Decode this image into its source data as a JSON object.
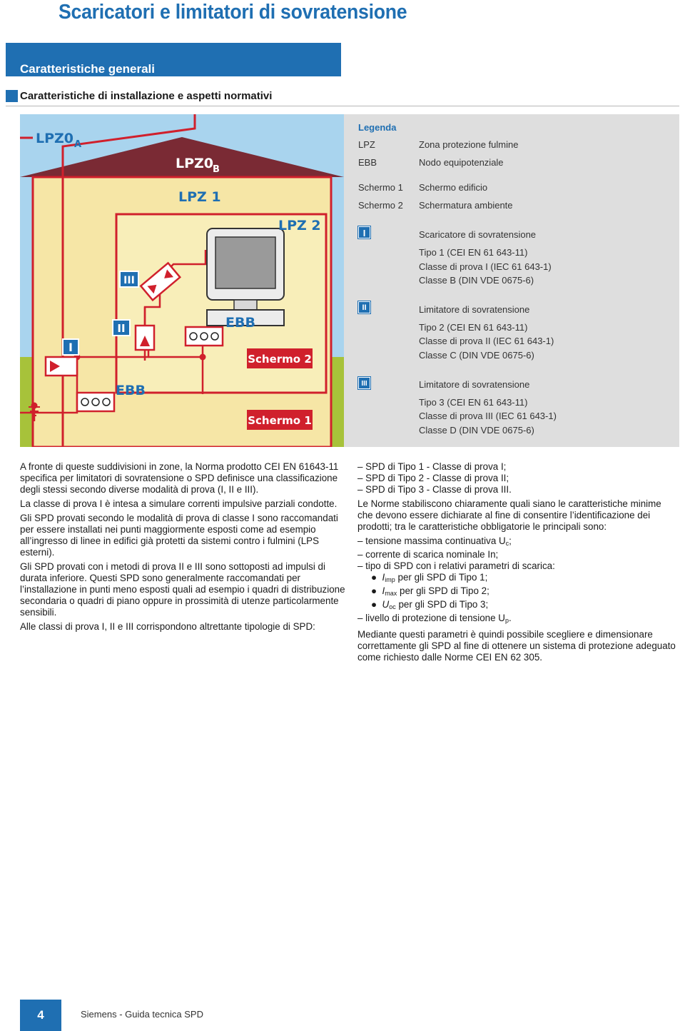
{
  "page_title": "Scaricatori e limitatori di sovratensione",
  "section_title": "Caratteristiche generali",
  "subsection_title": "Caratteristiche di installazione e aspetti normativi",
  "figure": {
    "lpz0a": "LPZ0",
    "lpz0a_sub": "A",
    "lpz0b": "LPZ0",
    "lpz0b_sub": "B",
    "lpz1": "LPZ 1",
    "lpz2": "LPZ 2",
    "ebb": "EBB",
    "shield2": "Schermo 2",
    "shield1": "Schermo 1",
    "sym_1": "I",
    "sym_2": "II",
    "sym_3": "III"
  },
  "legend": {
    "heading": "Legenda",
    "lpz_key": "LPZ",
    "lpz_val": "Zona protezione fulmine",
    "ebb_key": "EBB",
    "ebb_val": "Nodo equipotenziale",
    "s1_key": "Schermo 1",
    "s1_val": "Schermo edificio",
    "s2_key": "Schermo 2",
    "s2_val": "Schermatura ambiente",
    "sym1": "I",
    "sym1_lines": [
      "Scaricatore di sovratensione",
      "Tipo 1 (CEI EN 61 643-11)",
      "Classe di prova I (IEC 61 643-1)",
      "Classe B (DIN VDE 0675-6)"
    ],
    "sym2": "II",
    "sym2_lines": [
      "Limitatore di sovratensione",
      "Tipo 2 (CEI EN 61 643-11)",
      "Classe di prova II (IEC 61 643-1)",
      "Classe C (DIN VDE 0675-6)"
    ],
    "sym3": "III",
    "sym3_lines": [
      "Limitatore di sovratensione",
      "Tipo 3 (CEI EN 61 643-11)",
      "Classe di prova III (IEC 61 643-1)",
      "Classe D (DIN VDE 0675-6)"
    ]
  },
  "left_column": [
    "A fronte di queste suddivisioni in zone, la Norma prodotto CEI EN 61643-11 specifica per limitatori di sovratensione o SPD definisce una classificazione degli stessi secondo diverse modalità di prova (I, II e III).",
    "La classe di prova I è intesa a simulare correnti impulsive parziali condotte.",
    "Gli SPD provati secondo le modalità di prova di classe I sono raccomandati per essere installati nei punti maggiormente esposti come ad esempio all’ingresso di linee in edifici già protetti da sistemi contro i fulmini (LPS esterni).",
    "Gli SPD provati con i metodi di prova II e III sono sottoposti ad impulsi di durata inferiore. Questi SPD sono generalmente raccomandati per l’installazione in punti meno esposti quali ad esempio i quadri di distribuzione secondaria o quadri di piano oppure in prossimità di utenze particolarmente sensibili.",
    "Alle classi di prova I, II e III corrispondono altrettante tipologie di SPD:"
  ],
  "right_column": {
    "types": [
      "–  SPD di Tipo 1 - Classe di prova I;",
      "–  SPD di Tipo 2 - Classe di prova II;",
      "–  SPD di Tipo 3 - Classe di prova III."
    ],
    "para1": "Le Norme stabiliscono chiaramente quali siano le caratteristiche minime che devono essere dichiarate al fine di consentire l’identificazione dei prodotti; tra le caratteristiche obbligatorie le principali sono:",
    "item_uc": "–  tensione massima continuativa U",
    "item_uc_sub": "c",
    "item_uc_end": ";",
    "item_in": "–  corrente di scarica nominale In;",
    "item_spd": "–  tipo di SPD con i relativi parametri di scarica:",
    "b1_main": "I",
    "b1_sub": "imp",
    "b1_rest": " per gli SPD di Tipo 1;",
    "b2_main": "I",
    "b2_sub": "max",
    "b2_rest": " per gli SPD di Tipo 2;",
    "b3_main": "U",
    "b3_sub": "oc",
    "b3_rest": " per gli SPD di Tipo 3;",
    "item_up": "–  livello di protezione di tensione U",
    "item_up_sub": "p",
    "item_up_end": ".",
    "para2": "Mediante questi parametri è quindi possibile scegliere e dimensionare correttamente gli SPD al fine di ottenere un sistema di protezione adeguato come richiesto dalle Norme CEI EN 62 305."
  },
  "footer": {
    "page_number": "4",
    "text": "Siemens - Guida tecnica SPD"
  },
  "colors": {
    "brand_blue": "#1f6fb2",
    "wire_red": "#d0202c",
    "roof": "#7a2a34",
    "sky": "#a9d4ee",
    "grass": "#a7c23a",
    "wall": "#f6e6a6",
    "legend_bg": "#dedede"
  }
}
